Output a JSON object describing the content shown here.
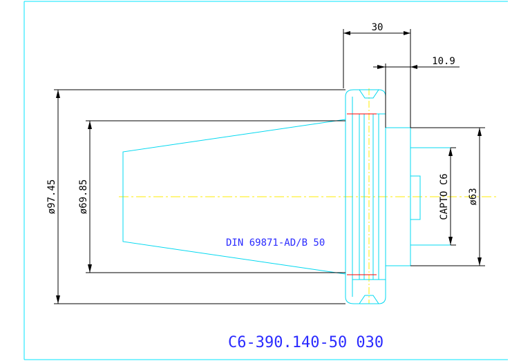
{
  "drawing": {
    "part_number": "C6-390.140-50 030",
    "spec_label": "DIN 69871-AD/B 50",
    "colors": {
      "frame": "#00e5ff",
      "part": "#00d8f0",
      "dimension": "#000000",
      "centerline": "#ffee00",
      "cut_mark": "#ff0000",
      "label_text": "#2a2aff"
    }
  },
  "dimensions": {
    "overall_flange_width": "30",
    "flange_offset": "10.9",
    "flange_diameter": "ø97.45",
    "taper_diameter": "ø69.85",
    "shank_diameter": "ø63",
    "capto_size": "CAPTO C6"
  }
}
